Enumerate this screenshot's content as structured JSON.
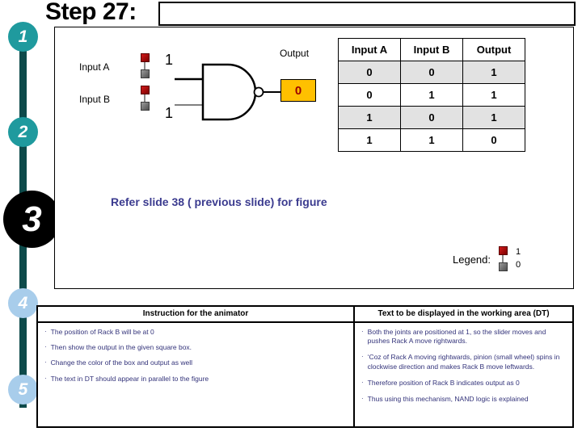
{
  "title": {
    "step_label": "Step 27:",
    "title_box_value": ""
  },
  "rail": {
    "steps": [
      {
        "label": "1",
        "state": "teal"
      },
      {
        "label": "2",
        "state": "teal"
      },
      {
        "label": "3",
        "state": "active-black"
      },
      {
        "label": "4",
        "state": "blue"
      },
      {
        "label": "5",
        "state": "blue"
      }
    ]
  },
  "diagram": {
    "input_a_label": "Input A",
    "input_b_label": "Input B",
    "input_a_value": "1",
    "input_b_value": "1",
    "output_label": "Output",
    "output_value": "0",
    "gate_type": "NAND",
    "output_box_color": "#ffc000",
    "output_text_color": "#9b0000"
  },
  "refer_note": "Refer slide 38 ( previous slide) for figure",
  "legend": {
    "label": "Legend:",
    "on_value": "1",
    "off_value": "0",
    "on_color": "#a81414",
    "off_color": "#6f6f6f"
  },
  "truth_table": {
    "headers": [
      "Input A",
      "Input B",
      "Output"
    ],
    "rows": [
      [
        "0",
        "0",
        "1"
      ],
      [
        "0",
        "1",
        "1"
      ],
      [
        "1",
        "0",
        "1"
      ],
      [
        "1",
        "1",
        "0"
      ]
    ]
  },
  "instruction_table": {
    "header_left": "Instruction for the animator",
    "header_right": "Text to be displayed in the working area (DT)",
    "bullet_char": "·",
    "left_items": [
      "The position of Rack B will be at 0",
      "Then show the output in the given square box.",
      "Change the color of the box and output as well",
      "The text in DT should appear  in parallel to the figure"
    ],
    "right_items": [
      "Both the joints are positioned at 1, so the slider moves and pushes Rack A move rightwards.",
      "‘Coz of  Rack A moving rightwards, pinion (small wheel) spins in clockwise direction and makes Rack B move leftwards.",
      " Therefore position of Rack B indicates output as 0",
      "Thus using this mechanism, NAND logic is explained"
    ]
  }
}
